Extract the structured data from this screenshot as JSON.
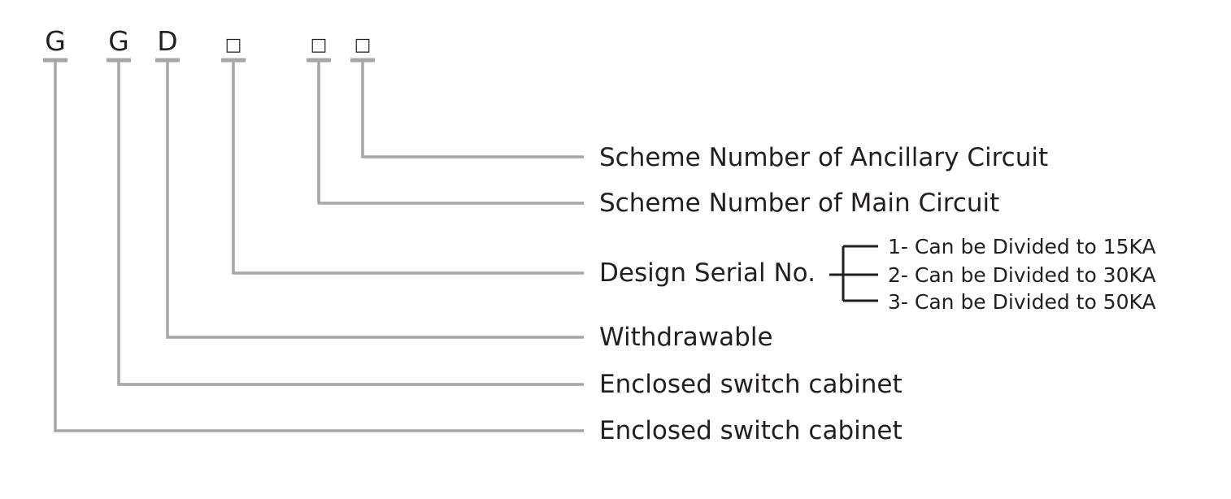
{
  "code": {
    "positions": [
      {
        "symbol": "G"
      },
      {
        "symbol": "G"
      },
      {
        "symbol": "D"
      },
      {
        "symbol": "□"
      },
      {
        "symbol": "□"
      },
      {
        "symbol": "□"
      }
    ]
  },
  "labels": {
    "ancillary": "Scheme Number of Ancillary Circuit",
    "main_circuit": "Scheme Number of Main Circuit",
    "design_serial": "Design Serial No.",
    "withdrawable": "Withdrawable",
    "enclosed_1": "Enclosed switch cabinet",
    "enclosed_2": "Enclosed switch cabinet"
  },
  "design_serial_options": [
    "1- Can be Divided to 15KA",
    "2- Can be Divided to 30KA",
    "3- Can be Divided to 50KA"
  ],
  "colors": {
    "text": "#231f20",
    "leader": "#a7a7a7"
  }
}
